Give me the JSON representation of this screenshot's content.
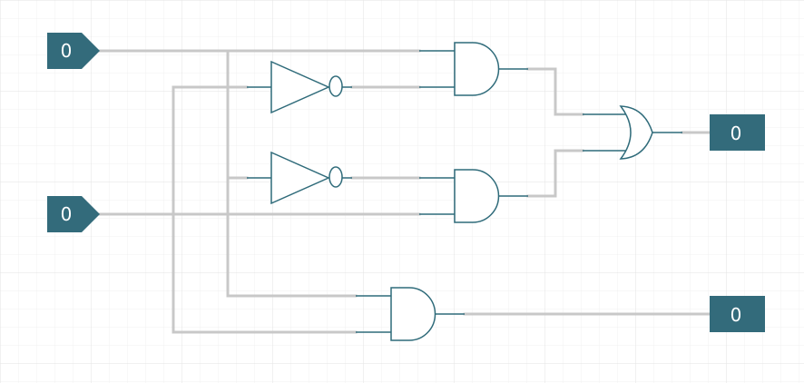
{
  "colors": {
    "io_fill": "#336b7b",
    "gate_stroke": "#2f6b7a",
    "wire": "#c8c8c8",
    "grid_minor": "#f0f0f0",
    "grid_major": "#e3e3e3"
  },
  "inputs": [
    {
      "id": "input-a",
      "value": "0"
    },
    {
      "id": "input-b",
      "value": "0"
    }
  ],
  "outputs": [
    {
      "id": "output-xor",
      "value": "0"
    },
    {
      "id": "output-and",
      "value": "0"
    }
  ],
  "gates": [
    {
      "id": "not-a",
      "type": "NOT"
    },
    {
      "id": "not-b",
      "type": "NOT"
    },
    {
      "id": "and-top",
      "type": "AND"
    },
    {
      "id": "and-mid",
      "type": "AND"
    },
    {
      "id": "and-bottom",
      "type": "AND"
    },
    {
      "id": "or-gate",
      "type": "OR"
    }
  ]
}
